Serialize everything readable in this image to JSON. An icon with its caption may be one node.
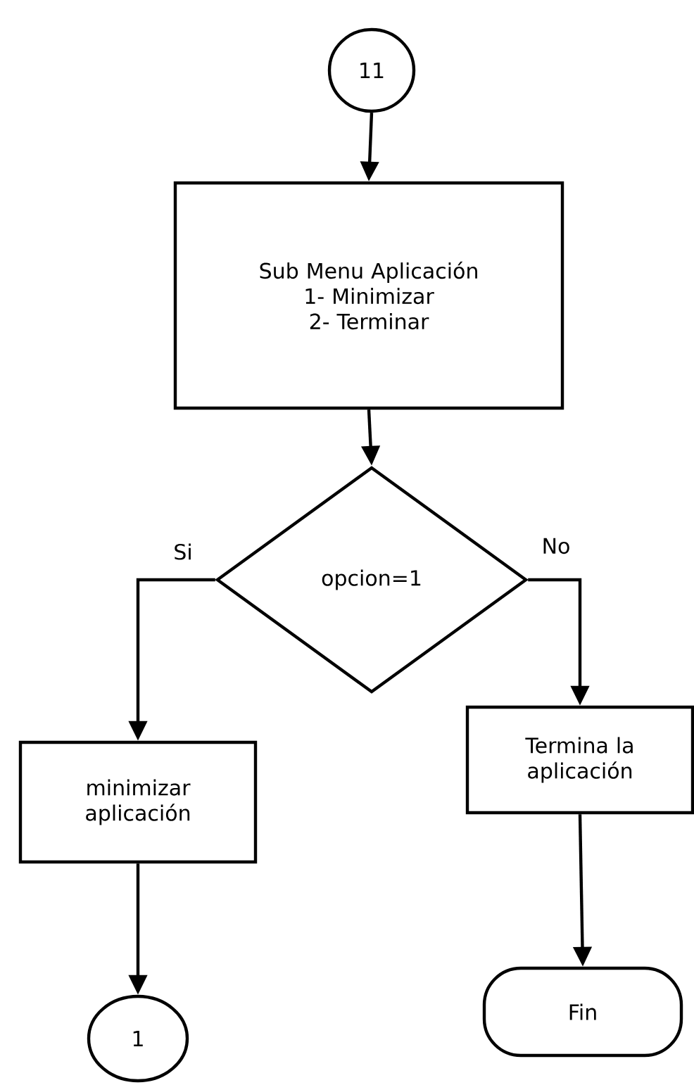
{
  "diagram": {
    "nodes": [
      {
        "text": [
          "11"
        ]
      },
      {
        "text": [
          "Sub Menu Aplicación",
          "1- Minimizar",
          "2- Terminar"
        ]
      },
      {
        "text": [
          "opcion=1"
        ]
      },
      {
        "text": [
          "minimizar aplicación"
        ]
      },
      {
        "text": [
          "Termina la aplicación"
        ]
      },
      {
        "text": [
          "1"
        ]
      },
      {
        "text": [
          "Fin"
        ]
      }
    ],
    "edges": [
      {
        "from": 0,
        "to": 1,
        "arrow": "to"
      },
      {
        "from": 1,
        "to": 2,
        "arrow": "to"
      },
      {
        "from": 2,
        "to": 3,
        "arrow": "to",
        "label": "Si"
      },
      {
        "from": 2,
        "to": 4,
        "arrow": "to",
        "label": "No"
      },
      {
        "from": 3,
        "to": 5,
        "arrow": "to"
      },
      {
        "from": 4,
        "to": 6,
        "arrow": "to"
      }
    ]
  }
}
